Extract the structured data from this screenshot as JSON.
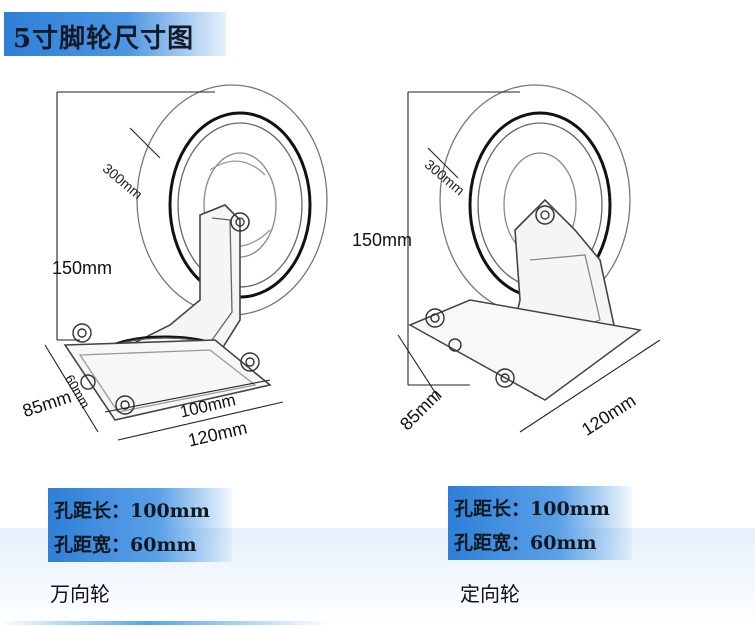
{
  "title": "5寸脚轮尺寸图",
  "swivel": {
    "dim_wheel": "300mm",
    "dim_height": "150mm",
    "dim_depth": "85mm",
    "dim_hole_width": "60mm",
    "dim_hole_length": "100mm",
    "dim_plate_length": "120mm",
    "spec_length": "孔距长：100mm",
    "spec_width": "孔距宽：60mm",
    "caption": "万向轮"
  },
  "fixed": {
    "dim_wheel": "300mm",
    "dim_height": "150mm",
    "dim_depth": "85mm",
    "dim_plate_length": "120mm",
    "spec_length": "孔距长：100mm",
    "spec_width": "孔距宽：60mm",
    "caption": "定向轮"
  }
}
